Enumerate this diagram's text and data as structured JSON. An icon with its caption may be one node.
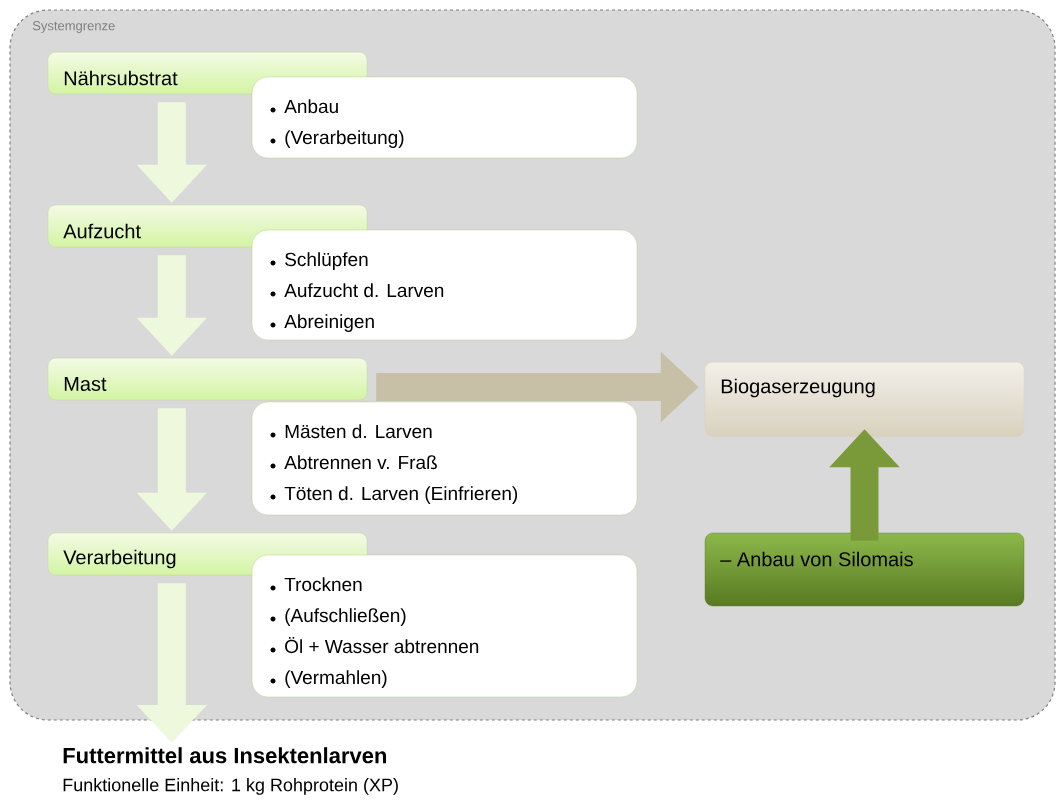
{
  "diagram": {
    "nodes": [
      {
        "text": [
          "Systemgrenze"
        ]
      },
      {
        "text": [
          "Nährsubstrat"
        ],
        "in": 0
      },
      {
        "text": [
          "Anbau",
          "(Verarbeitung)"
        ],
        "in": 0
      },
      {
        "text": [
          "Aufzucht"
        ],
        "in": 0
      },
      {
        "text": [
          "Schlüpfen",
          "Aufzucht d. Larven",
          "Abreinigen"
        ],
        "in": 0
      },
      {
        "text": [
          "Mast"
        ],
        "in": 0
      },
      {
        "text": [
          "Mästen d. Larven",
          "Abtrennen v. Fraß",
          "Töten d. Larven (Einfrieren)"
        ],
        "in": 0
      },
      {
        "text": [
          "Verarbeitung"
        ],
        "in": 0
      },
      {
        "text": [
          "Trocknen",
          "(Aufschließen)",
          "Öl + Wasser abtrennen",
          "(Vermahlen)"
        ],
        "in": 0
      },
      {
        "text": [
          "Biogaserzeugung"
        ],
        "in": 0
      },
      {
        "text": [
          "– Anbau von Silomais"
        ],
        "in": 0
      },
      {
        "text": [
          "Futtermittel aus Insektenlarven",
          "Funktionelle Einheit: 1 kg Rohprotein (XP)"
        ]
      }
    ],
    "edges": [
      {
        "from": 1,
        "to": 3,
        "arrow": "to"
      },
      {
        "from": 3,
        "to": 5,
        "arrow": "to"
      },
      {
        "from": 5,
        "to": 7,
        "arrow": "to"
      },
      {
        "from": 7,
        "to": 11,
        "arrow": "to"
      },
      {
        "from": 5,
        "to": 9,
        "arrow": "to",
        "color": "#c8c0a6"
      },
      {
        "from": 10,
        "to": 9,
        "arrow": "to",
        "color": "#7a9a3a"
      }
    ]
  }
}
